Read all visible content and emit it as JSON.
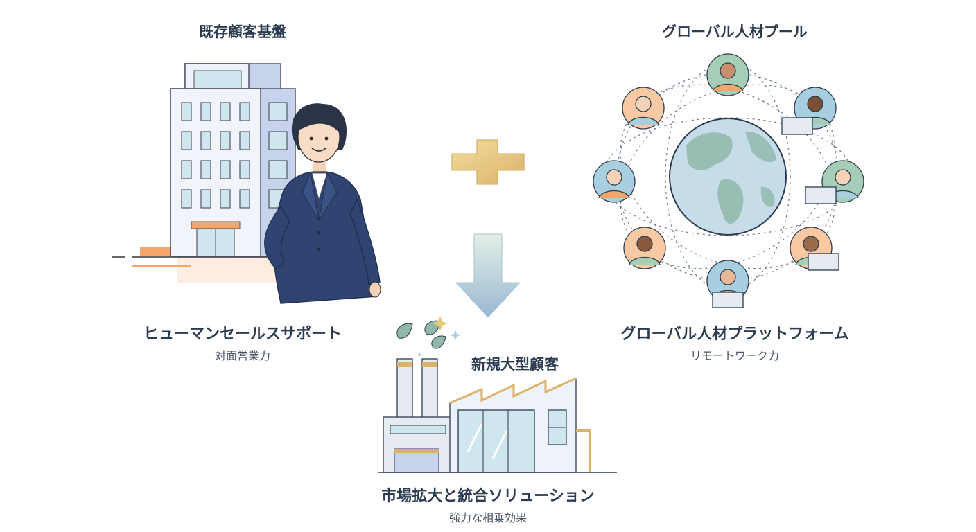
{
  "left": {
    "heading": "既存顧客基盤",
    "caption": "ヒューマンセールスサポート",
    "subcaption": "対面営業力"
  },
  "right": {
    "heading": "グローバル人材プール",
    "caption": "グローバル人材プラットフォーム",
    "subcaption": "リモートワーク力"
  },
  "center": {
    "operator": "+",
    "target_heading": "新規大型顧客",
    "result_caption": "市場拡大と統合ソリューション",
    "result_subcaption": "強力な相乗効果"
  },
  "colors": {
    "text": "#2c3b50",
    "plus": "#e8c97a",
    "arrow_top": "#dbe9e2",
    "arrow_bottom": "#9fbcd4",
    "navy_suit": "#2f4470",
    "accent_orange": "#f4a66c",
    "globe": "#b9d4e2",
    "land": "#8fb8a9"
  }
}
